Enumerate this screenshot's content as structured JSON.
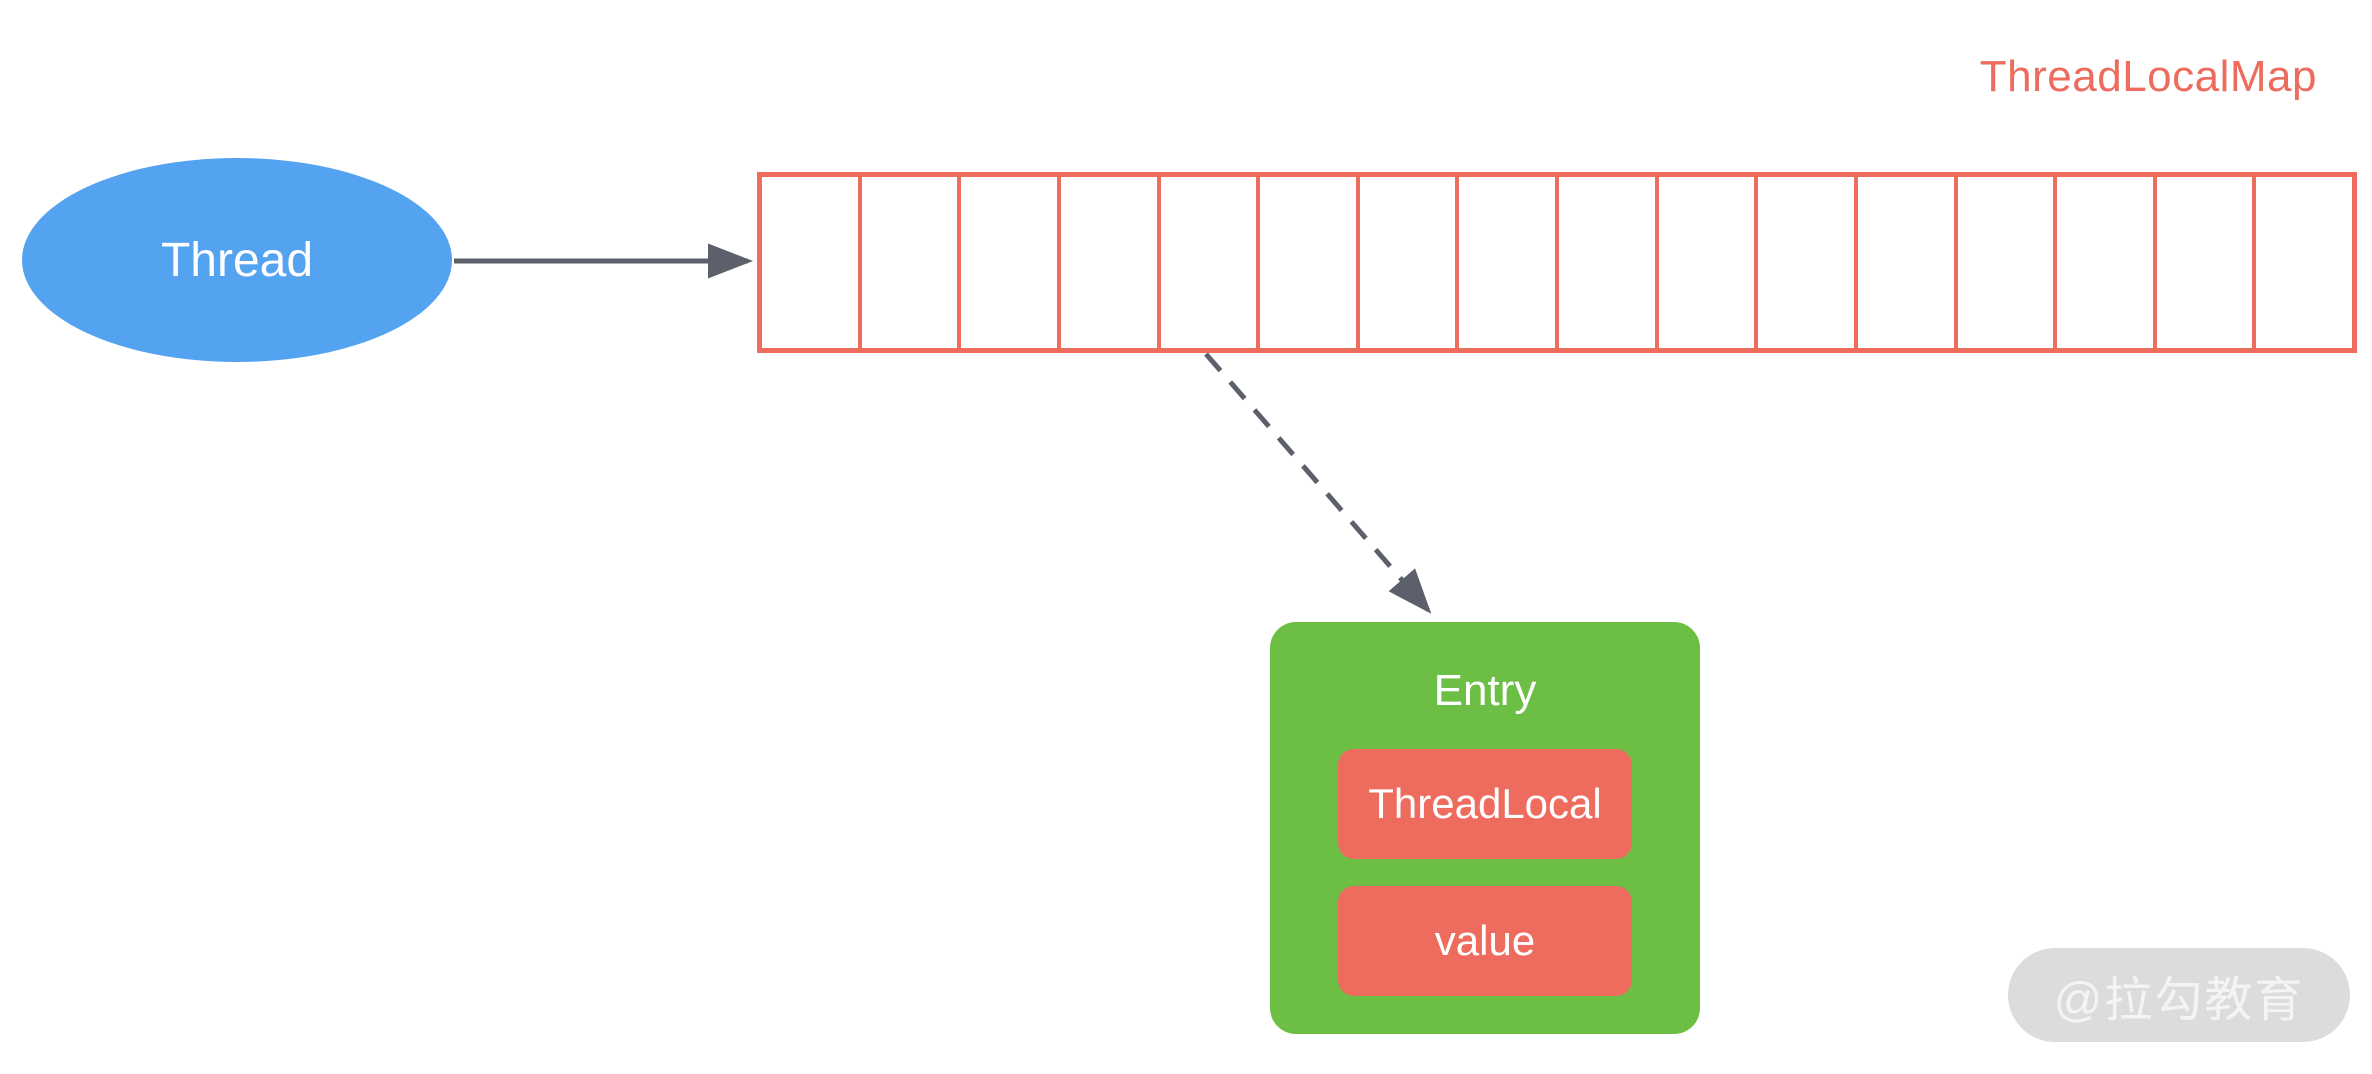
{
  "title": "ThreadLocalMap",
  "thread": {
    "label": "Thread"
  },
  "array": {
    "cell_count": 16
  },
  "entry": {
    "title": "Entry",
    "fields": [
      "ThreadLocal",
      "value"
    ]
  },
  "watermark": "@拉勾教育",
  "colors": {
    "salmon": "#ED6C5E",
    "green": "#6CBE45",
    "blue": "#54A3F1",
    "arrow": "#5C606B",
    "watermark-bg": "#DCDCDC",
    "watermark-text": "#F4F4F4",
    "background": "#FFFFFF"
  }
}
